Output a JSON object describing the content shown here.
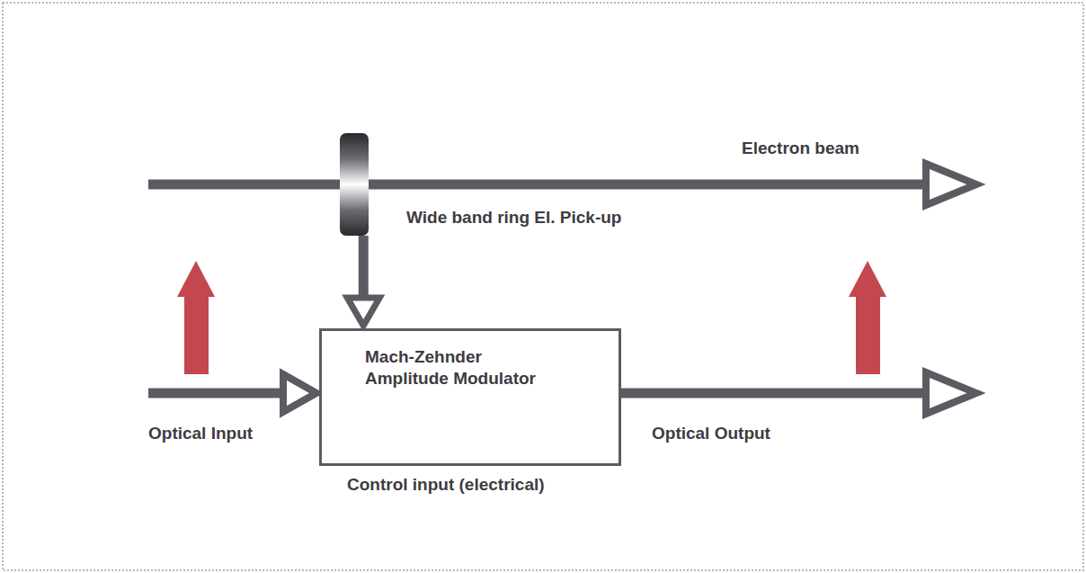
{
  "diagram": {
    "nodes": [
      {
        "text": [
          "Wide band ring El. Pick-up"
        ]
      },
      {
        "text": [
          "Mach-Zehnder Amplitude Modulator"
        ]
      }
    ],
    "edges": [
      {
        "from": 0,
        "to": 1,
        "arrow": "to"
      }
    ],
    "labels": [
      "Electron beam",
      "Optical Input",
      "Optical Output",
      "Control input (electrical)"
    ]
  }
}
